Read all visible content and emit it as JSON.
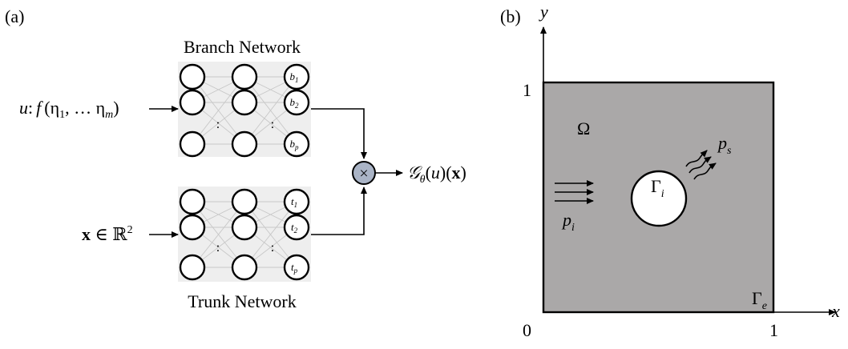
{
  "panel_a": {
    "label": "(a)",
    "branch_title": "Branch Network",
    "trunk_title": "Trunk Network",
    "branch_input": "u: f (η₁, … η_m)",
    "branch_input_parts": {
      "u": "u",
      "colon": ":",
      "f": "f",
      "args": "(η",
      "sub1": "1",
      "mid": ", … η",
      "subm": "m",
      "close": ")"
    },
    "trunk_input_parts": {
      "x": "x",
      "in": " ∈ ℝ",
      "sup": "2"
    },
    "output_parts": {
      "G": "𝒢",
      "theta": "θ",
      "rest1": "(",
      "u": "u",
      "rest2": ")(",
      "x": "x",
      "rest3": ")"
    },
    "operator_symbol": "×",
    "branch_outputs": [
      {
        "base": "b",
        "sub": "1"
      },
      {
        "base": "b",
        "sub": "2"
      },
      {
        "base": "b",
        "sub": "p"
      }
    ],
    "trunk_outputs": [
      {
        "base": "t",
        "sub": "1"
      },
      {
        "base": "t",
        "sub": "2"
      },
      {
        "base": "t",
        "sub": "p"
      }
    ],
    "dots": ":"
  },
  "panel_b": {
    "label": "(b)",
    "axis_y": "y",
    "axis_x": "x",
    "origin": "0",
    "tick_x": "1",
    "tick_y": "1",
    "domain_label": "Ω",
    "inner_boundary": {
      "base": "Γ",
      "sub": "i"
    },
    "outer_boundary": {
      "base": "Γ",
      "sub": "e"
    },
    "incident_wave": {
      "base": "p",
      "sub": "i"
    },
    "scattered_wave": {
      "base": "p",
      "sub": "s"
    },
    "domain_color": "#aaa8a8"
  }
}
